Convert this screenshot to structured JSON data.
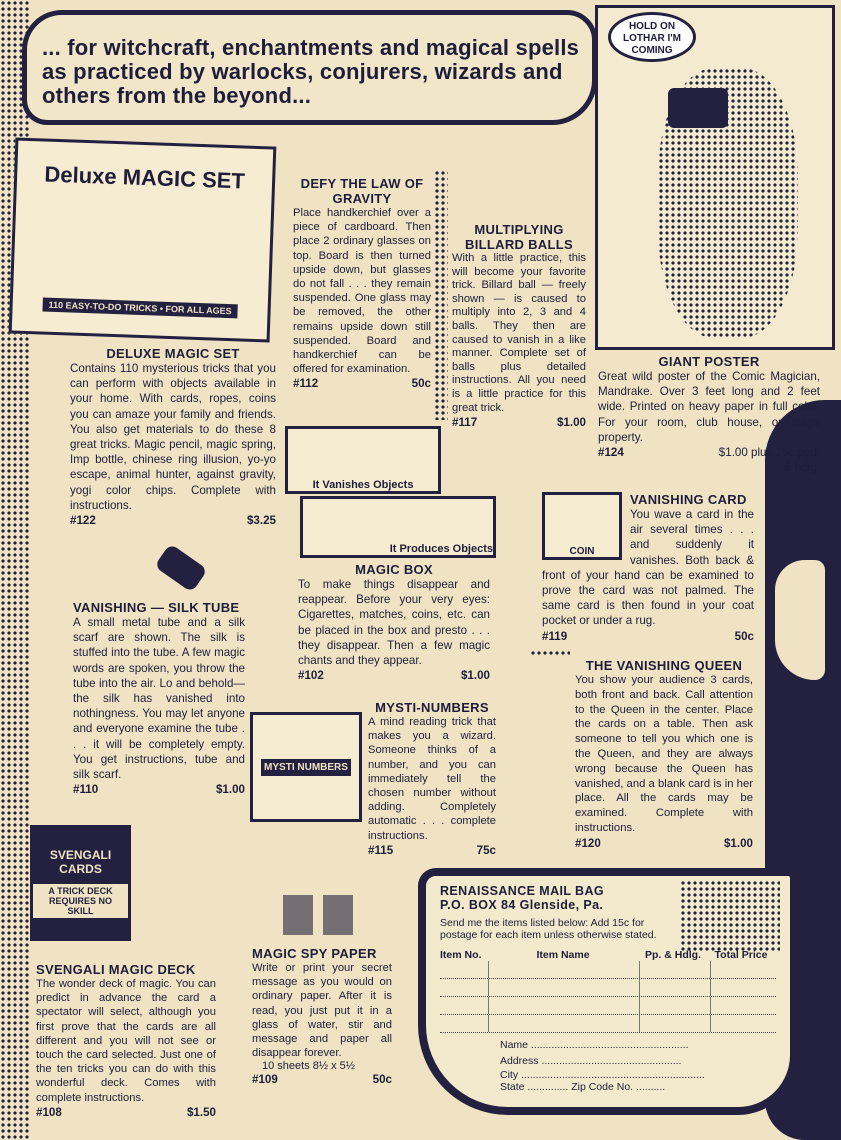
{
  "banner": {
    "text": "... for witchcraft, enchantments and magical spells as practiced by warlocks, conjurers, wizards and others from the beyond..."
  },
  "poster_bubble": "HOLD ON LOTHAR I'M COMING",
  "magic_set_box": {
    "title": "Deluxe MAGIC SET",
    "caption": "110 EASY-TO-DO TRICKS • FOR ALL AGES"
  },
  "items": [
    {
      "title": "DELUXE MAGIC SET",
      "text": "Contains 110 mysterious tricks that you can perform with objects available in your home. With cards, ropes, coins you can amaze your family and friends. You also get materials to do these 8 great tricks. Magic pencil, magic spring, Imp bottle, chinese ring illusion, yo-yo escape, animal hunter, against gravity, yogi color chips. Complete with instructions.",
      "number": "#122",
      "price": "$3.25"
    },
    {
      "title": "DEFY THE LAW OF GRAVITY",
      "text": "Place handkerchief over a piece of cardboard. Then place 2 ordinary glasses on top. Board is then turned upside down, but glasses do not fall . . . they remain suspended. One glass may be removed, the other remains upside down still suspended. Board and handkerchief can be offered for examination.",
      "number": "#112",
      "price": "50c"
    },
    {
      "title": "MULTIPLYING BILLARD BALLS",
      "text": "With a little practice, this will become your favorite trick. Billard ball — freely shown — is caused to multiply into 2, 3 and 4 balls. They then are caused to vanish in a like manner. Complete set of balls plus detailed instructions. All you need is a little practice for this great trick.",
      "number": "#117",
      "price": "$1.00"
    },
    {
      "title": "GIANT POSTER",
      "text": "Great wild poster of the Comic Magician, Mandrake. Over 3 feet long and 2 feet wide. Printed on heavy paper in full color. For your room, club house, or stage property.",
      "number": "#124",
      "price": "$1.00 plus 25c ppd. & hdlg."
    },
    {
      "title": "MAGIC BOX",
      "text": "To make things disappear and reappear. Before your very eyes: Cigarettes, matches, coins, etc. can be placed in the box and presto . . . they disappear. Then a few magic chants and they appear.",
      "number": "#102",
      "price": "$1.00"
    },
    {
      "title": "VANISHING — SILK TUBE",
      "text": "A small metal tube and a silk scarf are shown. The silk is stuffed into the tube. A few magic words are spoken, you throw the tube into the air. Lo and behold—the silk has vanished into nothingness. You may let anyone and everyone examine the tube . . . it will be completely empty. You get instructions, tube and silk scarf.",
      "number": "#110",
      "price": "$1.00"
    },
    {
      "title": "VANISHING CARD",
      "text": "You wave a card in the air several times . . . and suddenly it vanishes. Both back & front of your hand can be examined to prove the card was not palmed. The same card is then found in your coat pocket or under a rug.",
      "number": "#119",
      "price": "50c"
    },
    {
      "title": "THE VANISHING QUEEN",
      "text": "You show your audience 3 cards, both front and back. Call attention to the Queen in the center. Place the cards on a table. Then ask someone to tell you which one is the Queen, and they are always wrong because the Queen has vanished, and a blank card is in her place. All the cards may be examined. Complete with instructions.",
      "number": "#120",
      "price": "$1.00"
    },
    {
      "title": "MYSTI-NUMBERS",
      "text": "A mind reading trick that makes you a wizard. Someone thinks of a number, and you can immediately tell the chosen number without adding. Completely automatic . . . complete instructions.",
      "number": "#115",
      "price": "75c"
    },
    {
      "title": "SVENGALI MAGIC DECK",
      "text": "The wonder deck of magic. You can predict in advance the card a spectator will select, although you first prove that the cards are all different and you will not see or touch the card selected. Just one of the ten tricks you can do with this wonderful deck. Comes with complete instructions.",
      "number": "#108",
      "price": "$1.50"
    },
    {
      "title": "MAGIC SPY PAPER",
      "text": "Write or print your secret message as you would on ordinary paper. After it is read, you just put it in a glass of water, stir and message and paper all disappear forever.",
      "extra": "10 sheets 8½ x 5½",
      "number": "#109",
      "price": "50c"
    }
  ],
  "captions": {
    "vanishes": "It Vanishes Objects",
    "produces": "It Produces Objects",
    "svengali": "SVENGALI CARDS",
    "svengali_sub": "A TRICK DECK REQUIRES NO SKILL",
    "coin": "COIN",
    "mysti": "MYSTI NUMBERS"
  },
  "form": {
    "company": "RENAISSANCE MAIL BAG",
    "address": "P.O. BOX 84  Glenside, Pa.",
    "instructions": "Send me the items listed below: Add 15c for postage for each item unless otherwise stated.",
    "columns": [
      "Item No.",
      "Item Name",
      "Pp. & Hdlg.",
      "Total Price"
    ],
    "name_label": "Name",
    "address_label": "Address",
    "city_label": "City",
    "state_label": "State",
    "zip_label": "Zip Code No."
  }
}
